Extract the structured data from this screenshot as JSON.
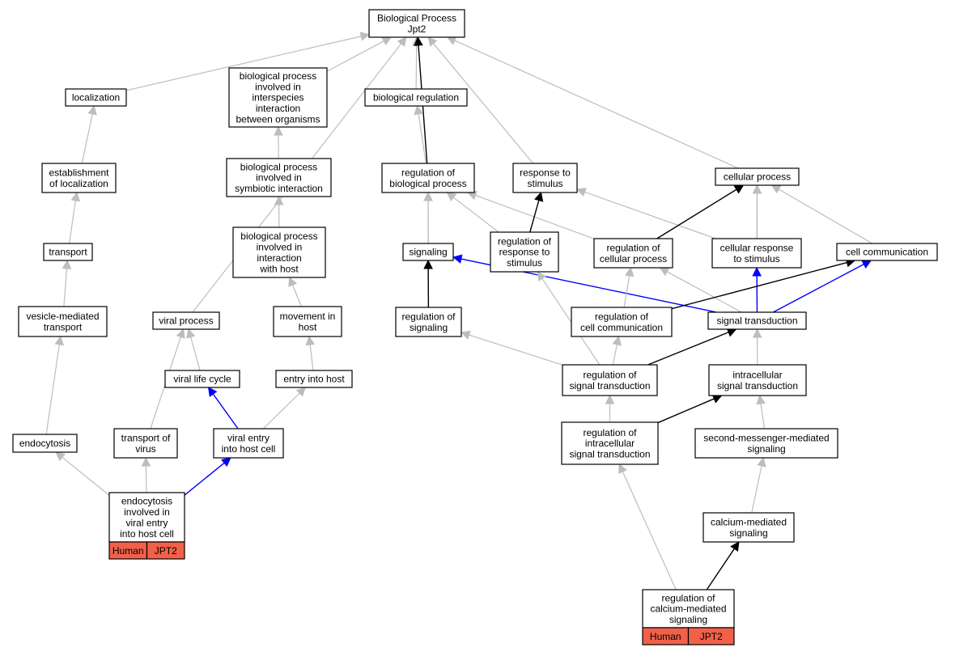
{
  "colors": {
    "edge_default": "#bdbdbd",
    "edge_black": "#000000",
    "edge_blue": "#0000ff",
    "tag_fill": "#f26049"
  },
  "nodes": {
    "root": [
      "Biological Process",
      "Jpt2"
    ],
    "localization": [
      "localization"
    ],
    "bp_interspecies": [
      "biological process",
      "involved in",
      "interspecies",
      "interaction",
      "between organisms"
    ],
    "biological_regulation": [
      "biological regulation"
    ],
    "establishment_localization": [
      "establishment",
      "of localization"
    ],
    "bp_symbiotic": [
      "biological process",
      "involved in",
      "symbiotic interaction"
    ],
    "regulation_bp": [
      "regulation of",
      "biological process"
    ],
    "response_stimulus": [
      "response to",
      "stimulus"
    ],
    "cellular_process": [
      "cellular process"
    ],
    "transport": [
      "transport"
    ],
    "bp_host": [
      "biological process",
      "involved in",
      "interaction",
      "with host"
    ],
    "signaling": [
      "signaling"
    ],
    "regulation_response": [
      "regulation of",
      "response to",
      "stimulus"
    ],
    "regulation_cellular": [
      "regulation of",
      "cellular process"
    ],
    "cellular_response": [
      "cellular response",
      "to stimulus"
    ],
    "cell_communication": [
      "cell communication"
    ],
    "vesicle_transport": [
      "vesicle-mediated",
      "transport"
    ],
    "viral_process": [
      "viral process"
    ],
    "movement_host": [
      "movement in",
      "host"
    ],
    "regulation_signaling": [
      "regulation of",
      "signaling"
    ],
    "regulation_cell_comm": [
      "regulation of",
      "cell communication"
    ],
    "signal_transduction": [
      "signal transduction"
    ],
    "viral_life_cycle": [
      "viral life cycle"
    ],
    "entry_host": [
      "entry into host"
    ],
    "regulation_signal_transduction": [
      "regulation of",
      "signal transduction"
    ],
    "intracellular_st": [
      "intracellular",
      "signal transduction"
    ],
    "endocytosis": [
      "endocytosis"
    ],
    "transport_virus": [
      "transport of",
      "virus"
    ],
    "viral_entry": [
      "viral entry",
      "into host cell"
    ],
    "regulation_intracellular_st": [
      "regulation of",
      "intracellular",
      "signal transduction"
    ],
    "second_messenger": [
      "second-messenger-mediated",
      "signaling"
    ],
    "endocytosis_viral": [
      "endocytosis",
      "involved in",
      "viral entry",
      "into host cell"
    ],
    "calcium_signaling": [
      "calcium-mediated",
      "signaling"
    ],
    "regulation_calcium": [
      "regulation of",
      "calcium-mediated",
      "signaling"
    ]
  },
  "tags": {
    "endocytosis_viral": [
      "Human",
      "JPT2"
    ],
    "regulation_calcium": [
      "Human",
      "JPT2"
    ]
  },
  "edges": [
    {
      "from": "localization",
      "to": "root",
      "color": "default"
    },
    {
      "from": "bp_interspecies",
      "to": "root",
      "color": "default"
    },
    {
      "from": "biological_regulation",
      "to": "root",
      "color": "default"
    },
    {
      "from": "regulation_bp",
      "to": "root",
      "color": "black"
    },
    {
      "from": "response_stimulus",
      "to": "root",
      "color": "default"
    },
    {
      "from": "cellular_process",
      "to": "root",
      "color": "default"
    },
    {
      "from": "viral_process",
      "to": "root",
      "color": "default"
    },
    {
      "from": "establishment_localization",
      "to": "localization",
      "color": "default"
    },
    {
      "from": "transport",
      "to": "establishment_localization",
      "color": "default"
    },
    {
      "from": "vesicle_transport",
      "to": "transport",
      "color": "default"
    },
    {
      "from": "endocytosis",
      "to": "vesicle_transport",
      "color": "default"
    },
    {
      "from": "bp_symbiotic",
      "to": "bp_interspecies",
      "color": "default"
    },
    {
      "from": "bp_host",
      "to": "bp_symbiotic",
      "color": "default"
    },
    {
      "from": "movement_host",
      "to": "bp_host",
      "color": "default"
    },
    {
      "from": "entry_host",
      "to": "movement_host",
      "color": "default"
    },
    {
      "from": "regulation_bp",
      "to": "biological_regulation",
      "color": "default"
    },
    {
      "from": "signaling",
      "to": "regulation_bp",
      "color": "default"
    },
    {
      "from": "regulation_signaling",
      "to": "regulation_bp",
      "color": "default"
    },
    {
      "from": "regulation_response",
      "to": "regulation_bp",
      "color": "default"
    },
    {
      "from": "regulation_cellular",
      "to": "regulation_bp",
      "color": "default"
    },
    {
      "from": "regulation_response",
      "to": "response_stimulus",
      "color": "black"
    },
    {
      "from": "cellular_response",
      "to": "response_stimulus",
      "color": "default"
    },
    {
      "from": "regulation_cellular",
      "to": "cellular_process",
      "color": "black"
    },
    {
      "from": "cellular_response",
      "to": "cellular_process",
      "color": "default"
    },
    {
      "from": "cell_communication",
      "to": "cellular_process",
      "color": "default"
    },
    {
      "from": "signal_transduction",
      "to": "cellular_process",
      "color": "default"
    },
    {
      "from": "regulation_signaling",
      "to": "signaling",
      "color": "black"
    },
    {
      "from": "signal_transduction",
      "to": "signaling",
      "color": "blue"
    },
    {
      "from": "regulation_signal_transduction",
      "to": "regulation_response",
      "color": "default"
    },
    {
      "from": "regulation_cell_comm",
      "to": "regulation_cellular",
      "color": "default"
    },
    {
      "from": "signal_transduction",
      "to": "regulation_cellular",
      "color": "default"
    },
    {
      "from": "signal_transduction",
      "to": "cellular_response",
      "color": "blue"
    },
    {
      "from": "signal_transduction",
      "to": "cell_communication",
      "color": "blue"
    },
    {
      "from": "regulation_cell_comm",
      "to": "cell_communication",
      "color": "black"
    },
    {
      "from": "regulation_signal_transduction",
      "to": "regulation_signaling",
      "color": "default"
    },
    {
      "from": "regulation_signal_transduction",
      "to": "regulation_cell_comm",
      "color": "default"
    },
    {
      "from": "regulation_signal_transduction",
      "to": "signal_transduction",
      "color": "black"
    },
    {
      "from": "intracellular_st",
      "to": "signal_transduction",
      "color": "default"
    },
    {
      "from": "regulation_intracellular_st",
      "to": "regulation_signal_transduction",
      "color": "default"
    },
    {
      "from": "regulation_intracellular_st",
      "to": "intracellular_st",
      "color": "black"
    },
    {
      "from": "second_messenger",
      "to": "intracellular_st",
      "color": "default"
    },
    {
      "from": "calcium_signaling",
      "to": "second_messenger",
      "color": "default"
    },
    {
      "from": "regulation_calcium",
      "to": "calcium_signaling",
      "color": "black"
    },
    {
      "from": "regulation_calcium",
      "to": "regulation_intracellular_st",
      "color": "default"
    },
    {
      "from": "viral_life_cycle",
      "to": "viral_process",
      "color": "default"
    },
    {
      "from": "transport_virus",
      "to": "viral_process",
      "color": "default"
    },
    {
      "from": "viral_entry",
      "to": "viral_life_cycle",
      "color": "blue"
    },
    {
      "from": "viral_entry",
      "to": "entry_host",
      "color": "default"
    },
    {
      "from": "endocytosis_viral",
      "to": "endocytosis",
      "color": "default"
    },
    {
      "from": "endocytosis_viral",
      "to": "transport_virus",
      "color": "default"
    },
    {
      "from": "endocytosis_viral",
      "to": "viral_entry",
      "color": "blue"
    }
  ]
}
